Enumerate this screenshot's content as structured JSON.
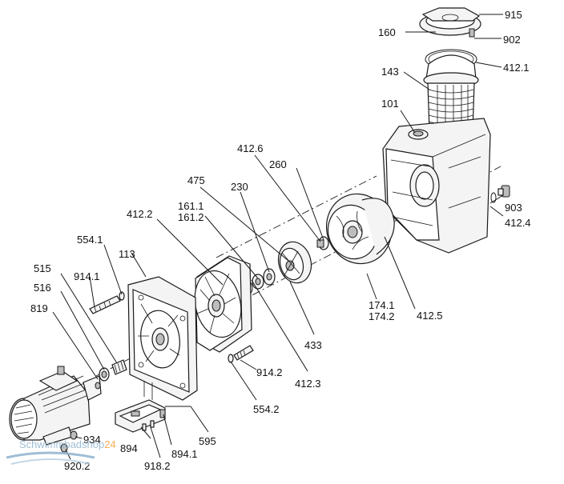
{
  "callouts": [
    {
      "id": "915",
      "text": "915"
    },
    {
      "id": "160",
      "text": "160"
    },
    {
      "id": "902",
      "text": "902"
    },
    {
      "id": "412.1",
      "text": "412.1"
    },
    {
      "id": "143",
      "text": "143"
    },
    {
      "id": "101",
      "text": "101"
    },
    {
      "id": "412.6",
      "text": "412.6"
    },
    {
      "id": "260",
      "text": "260"
    },
    {
      "id": "475",
      "text": "475"
    },
    {
      "id": "230",
      "text": "230"
    },
    {
      "id": "161.1",
      "text": "161.1"
    },
    {
      "id": "161.2",
      "text": "161.2"
    },
    {
      "id": "412.2",
      "text": "412.2"
    },
    {
      "id": "554.1",
      "text": "554.1"
    },
    {
      "id": "113",
      "text": "113"
    },
    {
      "id": "914.1",
      "text": "914.1"
    },
    {
      "id": "515",
      "text": "515"
    },
    {
      "id": "516",
      "text": "516"
    },
    {
      "id": "819",
      "text": "819"
    },
    {
      "id": "903",
      "text": "903"
    },
    {
      "id": "412.4",
      "text": "412.4"
    },
    {
      "id": "174.1",
      "text": "174.1"
    },
    {
      "id": "174.2",
      "text": "174.2"
    },
    {
      "id": "412.5",
      "text": "412.5"
    },
    {
      "id": "433",
      "text": "433"
    },
    {
      "id": "914.2",
      "text": "914.2"
    },
    {
      "id": "412.3",
      "text": "412.3"
    },
    {
      "id": "554.2",
      "text": "554.2"
    },
    {
      "id": "595",
      "text": "595"
    },
    {
      "id": "894.1",
      "text": "894.1"
    },
    {
      "id": "894",
      "text": "894"
    },
    {
      "id": "918.2",
      "text": "918.2"
    },
    {
      "id": "934",
      "text": "934"
    },
    {
      "id": "920.2",
      "text": "920.2"
    }
  ],
  "watermark": {
    "text_a": "Schwimmbad",
    "text_b": "shop",
    "text_c": "24",
    "color_a": "#8fb3cf",
    "color_b": "#f2a03a"
  },
  "colors": {
    "ink": "#1a1a1a",
    "background": "#ffffff"
  }
}
